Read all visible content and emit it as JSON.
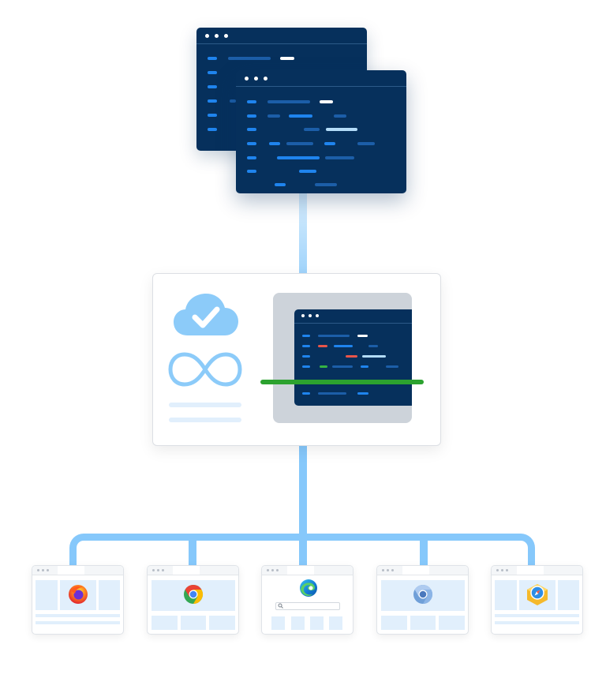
{
  "colors": {
    "window_bg": "#06305c",
    "code_blue": "#1f84ee",
    "code_deep": "#1c5ea8",
    "code_pale": "#b3dcf9",
    "connector": "#86c8fb",
    "error_red": "#e8554a",
    "pass_green": "#35b344",
    "scan_line": "#2ca22f",
    "panel_block": "#e1effc"
  },
  "icons": {
    "cloud": "cloud-check-icon",
    "loop": "infinity-icon",
    "browsers": [
      "firefox-icon",
      "chrome-icon",
      "edge-icon",
      "chromium-icon",
      "safari-webkit-icon"
    ]
  },
  "browser_layouts": [
    "sidebars",
    "hero-grid",
    "search",
    "hero-grid",
    "sidebars"
  ]
}
